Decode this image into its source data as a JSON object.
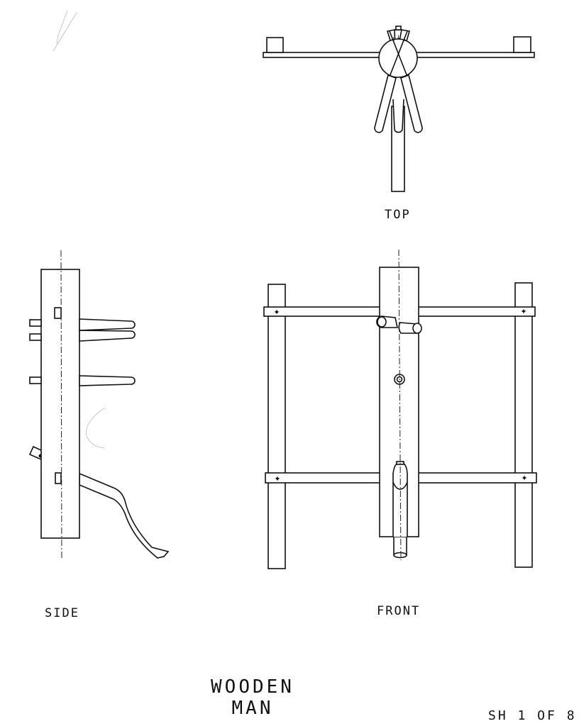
{
  "drawing": {
    "title_line1": "WOODEN",
    "title_line2": "MAN",
    "sheet_number": "SH 1 OF 8"
  },
  "views": {
    "top": {
      "label": "TOP"
    },
    "side": {
      "label": "SIDE"
    },
    "front": {
      "label": "FRONT"
    }
  },
  "colors": {
    "ink": "#111111",
    "paper": "#ffffff"
  }
}
